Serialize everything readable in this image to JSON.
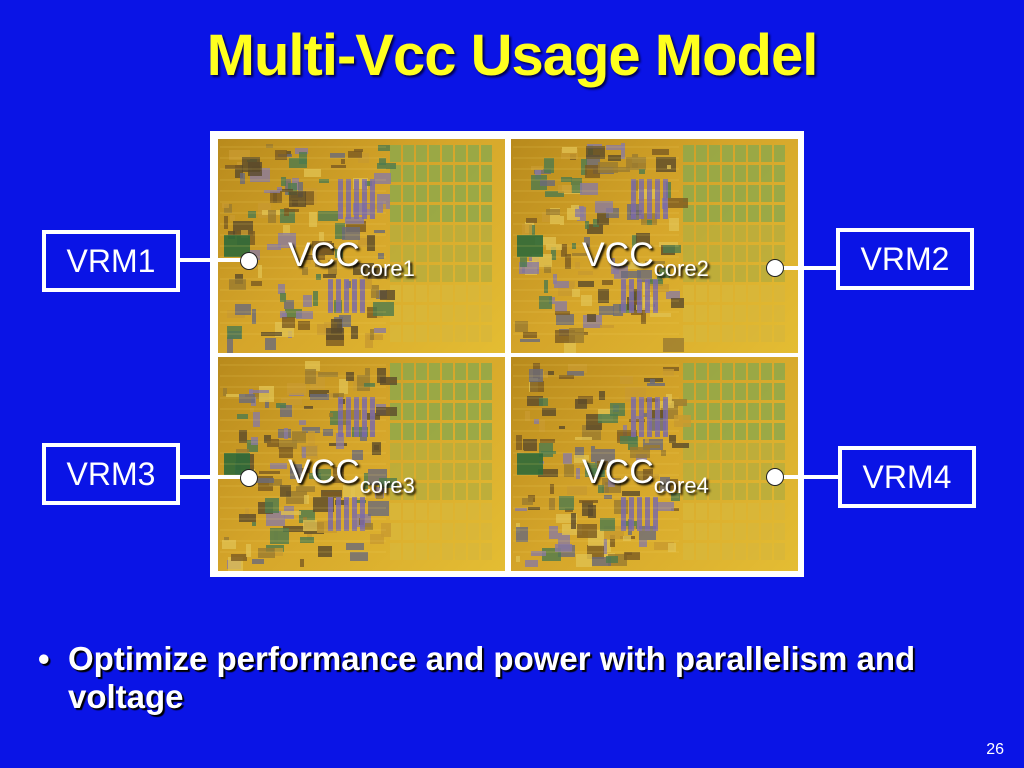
{
  "slide": {
    "title": "Multi-Vcc Usage Model",
    "bullet": "Optimize performance and power with parallelism and voltage",
    "bullet_glyph": "•",
    "page_number": "26"
  },
  "cores": [
    {
      "label": "VCC",
      "sub": "core1"
    },
    {
      "label": "VCC",
      "sub": "core2"
    },
    {
      "label": "VCC",
      "sub": "core3"
    },
    {
      "label": "VCC",
      "sub": "core4"
    }
  ],
  "vrms": [
    {
      "label": "VRM1"
    },
    {
      "label": "VRM2"
    },
    {
      "label": "VRM3"
    },
    {
      "label": "VRM4"
    }
  ],
  "colors": {
    "background": "#0a14e6",
    "title": "#ffff1e",
    "text": "#ffffff",
    "die_gold": "#d5a52a"
  }
}
